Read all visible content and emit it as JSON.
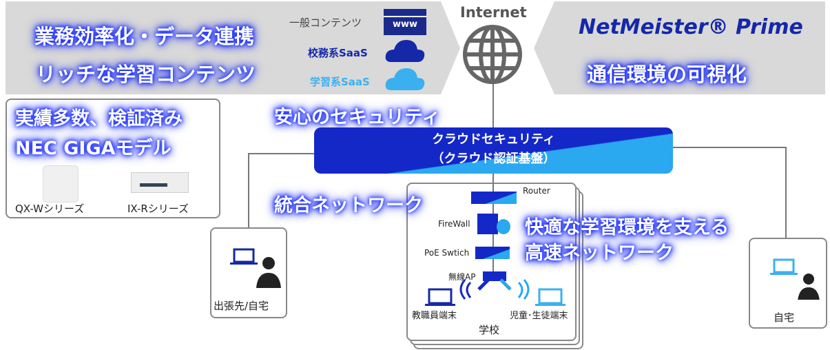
{
  "banner_left": {
    "headline1": "業務効率化・データ連携",
    "headline2": "リッチな学習コンテンツ",
    "general_content": "一般コンテンツ",
    "www_label": "www",
    "school_saas": "校務系SaaS",
    "learning_saas": "学習系SaaS"
  },
  "internet": {
    "label": "Internet"
  },
  "banner_right": {
    "logo_text": "NetMeister® Prime",
    "headline": "通信環境の可視化"
  },
  "giga": {
    "headline1": "実績多数、検証済み",
    "headline2": "NEC GIGAモデル",
    "product1": "QX-Wシリーズ",
    "product2": "IX-Rシリーズ"
  },
  "security": {
    "headline": "安心のセキュリティ",
    "bar_line1": "クラウドセキュリティ",
    "bar_line2": "（クラウド認証基盤）"
  },
  "network": {
    "headline": "統合ネットワーク",
    "fast1": "快適な学習環境を支える",
    "fast2": "高速ネットワーク"
  },
  "school": {
    "router": "Router",
    "firewall": "FireWall",
    "poe": "PoE Swtich",
    "ap": "無線AP",
    "teacher": "教職員端末",
    "student": "児童･生徒端末",
    "label": "学校"
  },
  "remote": {
    "business_trip": "出張先/自宅",
    "home": "自宅"
  },
  "colors": {
    "dark_blue": "#1428a8",
    "light_blue": "#29a8ec",
    "banner_gray": "#d9d9d9"
  }
}
